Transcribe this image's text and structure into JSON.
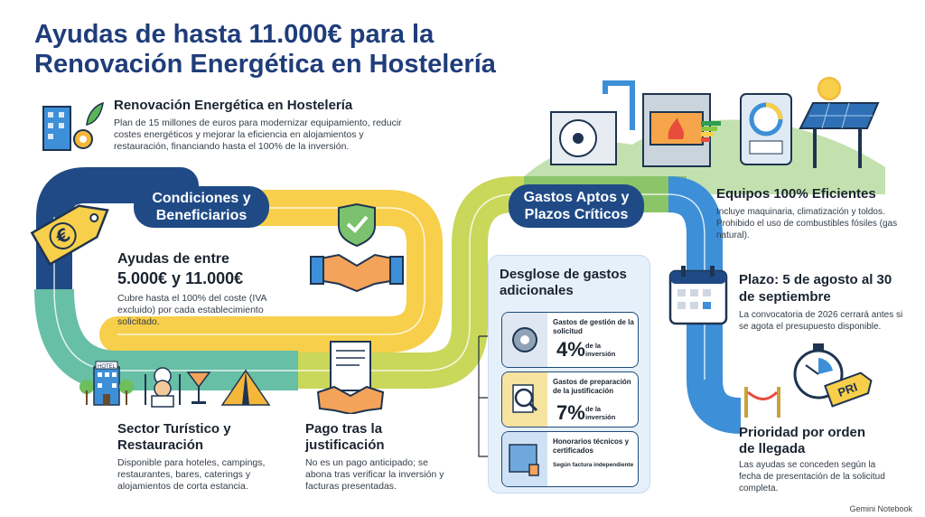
{
  "title": "Ayudas de hasta 11.000€ para la Renovación Energética en Hostelería",
  "intro": {
    "heading": "Renovación Energética en Hostelería",
    "text": "Plan de 15 millones de euros para modernizar equipamiento, reducir costes energéticos y mejorar la eficiencia en alojamientos y restauración, financiando hasta el 100% de la inversión."
  },
  "pill_conditions": "Condiciones y Beneficiarios",
  "pill_expenses": "Gastos Aptos y Plazos Críticos",
  "ayudas": {
    "heading_line1": "Ayudas de entre",
    "heading_line2": "5.000€ y 11.000€",
    "text": "Cubre hasta el 100% del coste (IVA excluido) por cada establecimiento solicitado."
  },
  "sector": {
    "heading": "Sector Turístico y Restauración",
    "text": "Disponible para hoteles, campings, restaurantes, bares, caterings y alojamientos de corta estancia.",
    "hotel_sign": "HOTEL"
  },
  "pago": {
    "heading": "Pago tras la justificación",
    "text": "No es un pago anticipado; se abona tras verificar la inversión y facturas presentadas."
  },
  "desglose": {
    "heading": "Desglose de gastos adicionales",
    "cards": [
      {
        "title": "Gastos de gestión de la solicitud",
        "percent": "4%",
        "suffix": "de la inversión"
      },
      {
        "title": "Gastos de preparación de la justificación",
        "percent": "7%",
        "suffix": "de la inversión"
      },
      {
        "title": "Honorarios técnicos y certificados",
        "note": "Según factura independiente"
      }
    ]
  },
  "equipos": {
    "heading": "Equipos 100% Eficientes",
    "text": "Incluye maquinaria, climatización y toldos. Prohibido el uso de combustibles fósiles (gas natural)."
  },
  "plazo": {
    "heading": "Plazo: 5 de agosto al 30 de septiembre",
    "text": "La convocatoria de 2026 cerrará antes si se agota el presupuesto disponible."
  },
  "prioridad": {
    "heading": "Prioridad por orden de llegada",
    "text": "Las ayudas se conceden según la fecha de presentación de la solicitud completa.",
    "tag": "PRI"
  },
  "brand": "Gemini Notebook",
  "colors": {
    "navy": "#1f4a86",
    "yellow": "#f7cf4a",
    "green": "#8cc46a",
    "teal": "#5fb9a8",
    "blue": "#3d8fd8"
  }
}
